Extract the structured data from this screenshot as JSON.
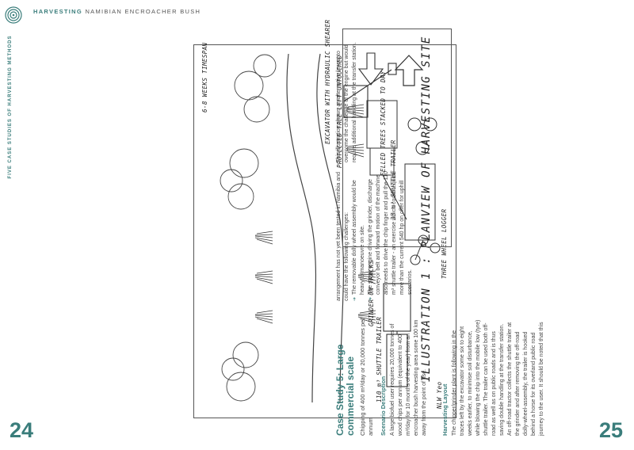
{
  "header": {
    "title_strong": "HARVESTING",
    "title_rest": "NAMIBIAN ENCROACHER BUSH",
    "side_tab": "FIVE CASE STUDIES OF HARVESTING METHODS"
  },
  "page_numbers": {
    "left": "24",
    "right": "25"
  },
  "illustration": {
    "title": "ILLUSTRATION 1 : PLANVIEW OF HARVESTING SITE",
    "signature": "NLW Yeo",
    "labels": {
      "weeks": "6-8 WEEKS TIMESPAN",
      "excavator": "EXCAVATOR WITH HYDRAULIC SHEARER",
      "protected": "PROTECTED TREE LEFT UNTOUCHED",
      "felled": "FELLED TREES STACKED TO DRY",
      "grinder": "GRINDER ON TRACKS",
      "logger": "THREE WHEEL LOGGER",
      "trailer": "110 m³ SHUTTLE TRAILER"
    },
    "small_trailer": "33 m³ SHUTTLE TRAILER"
  },
  "case_study": {
    "title": "Case Study 5: Large commercial scale",
    "subtitle": "Chipping of 400 m³/day or 20,000 tonnes per annum",
    "scenario_heading": "Scenario Description",
    "scenario_text": "A large biofuel user requires 20,000 tonnes of wood chips per annum (equivalent to 400 m³/day for 10 months of the year) from an encroacher bush harvesting area some 100 km away from the point of use.",
    "layout_heading": "Harvesting Layout",
    "layout_text": "The chipper/grinder plant is following in the traces left by the excavator some six to eight weeks earlier, to minimise soil disturbance, while blowing the chip into the mobile low (tyre) shuttle trailer. The trailer can be used both off-road as well as on public roads and is thus saving double handling at the transfer station. An off-road tractor collects the shuttle trailer at the grinder and after removing the off-road dolly-wheel-assembly, the trailer is hooked behind a horse for its overland public road journey to the user. It should be noted that this",
    "col2_intro": "arrangement has not yet been tested in Namibia and could have the following challenges:",
    "bullets": [
      "The removable dolly wheel assembly would be heavy to manoeuvre on site.",
      "The same engine driving the grinder, discharge conveyor belt and forward motion of the machine also needs to drive the chip finger and pull the 110 m³ shuttle trailer - an exercise which could require more than the current 540 hp on offer for uphill scenarios."
    ],
    "col3_text": "This illustration shows an alternative layout to overcome the challenge of the engine but would require additional handling at the transfer station."
  },
  "colors": {
    "accent": "#3a7d7b"
  }
}
